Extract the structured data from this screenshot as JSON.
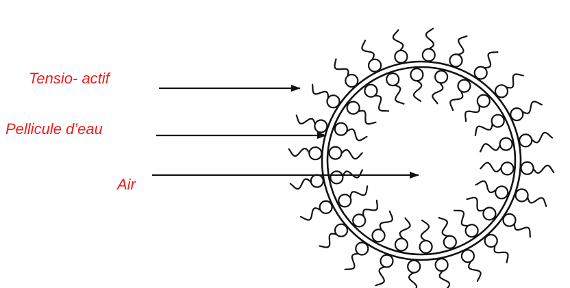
{
  "labels": {
    "surfactant": "Tensio- actif",
    "water_film": "Pellicule d’eau",
    "air": "Air"
  },
  "colors": {
    "label_text": "#ee1c1c",
    "line": "#111111",
    "background": "#ffffff"
  }
}
